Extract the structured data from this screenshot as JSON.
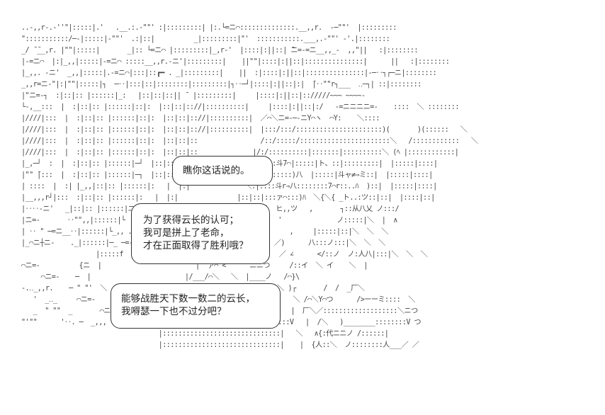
{
  "art": {
    "lines": [
      "..-,,r-.-''\"|:::::|.'   .__.:.-\"\"' :|:::::::::| |:.└=ニ⌒::::::::::::::.__,,r.  -─\"\"'  |:::::::::",
      "\":::::::::::/─-|:::::|-\"\"'  .:|::|          _|:::::::::|\"'  :::::::::::.___,.-\"\"' -'.|::::::::",
      "_/ ̄ ̄__,r. |\"\"|:::::|       _|:: └=ニ⌒ |:::::::::|_,r-'  |::::|:||::| ̄ニ=-=ニ__,,_-  ,,\"||   :|::::::::",
      "|-=ニ⌒  |:|_,,|:::::|-=ニ⌒ :::::__,,r.-ニ'|:::::::::|    ||\"\"|::::|:||::|:::::::::::::::|      ||   :|::::::::",
      "|_,,. -ニ'  _,,|:::::|.-=ニ⌒|:::|::┏━ . _|:::::::::|    ||  :|::::|:||::|:::::::::::::::|-─‥┐┌─ニ|::::::::",
      "_,,r=ニ-\"|:|\"\"|:::::|┐  ─‥|:::|::|::::::::|:::::::::|┐‥─┘|::::|:||::|:|  ̄|‥\"\"r┐___  ‥─┐| ::|::::::::",
      "|\"ニ=-┐  :|::|:: |::::::|_:   |::|::|::|| ̄  |:::::::::|     |::::|:||::|:://///~~~ ~~~~-",
      "└-,__:::  |  :|::|:: |::::::|::|:  |::|::|:://|::::::::::|     |::::|:||::|:/   -=ニニニニ=-    ::::  ＼ ::::::::",
      "|////|:::  |  :|::|:: |::::::|::|:  |::|::|:://|::::::::::|  ／⌒＼ニ=-─-ニY⌒ヽ  ⌒Y:    ＼::::",
      "|////|:::  |  :|::|:: |::::::|::|:  |::|::|:://|::::::::::|  |:::/:::/::::::::::::::::::::::)(       )(::::::   ＼",
      "|////|:::  |  :|::|:: |::::::|::|:  |::|::|::                /::/:::::/:::::::::::::::::::::::＼   /::::::::::::   ＼",
      "|////|:::  |  :|::|:: |::::::|::|:  |::|::|::              |/:/::::::::::|:::::::|::::::::::＼ (ﾍ |::::::::::::|",
      "|_,─┘  :  |  :|::|:: |::::::|─┘  |::|::|::              |::/:::::斗7⌒|:::::|ト、::|:::::::::|  |:::::|::::|",
      "|\"\" ̄|:::  |  :|::|:: |::::::|─┐  |::|::|::              |:::::|::::::)八  |:::::|斗ャ≠⇒ミ::|  |:::::|::::|",
      "| ::::  |  :| |_,,|::|:: |::::::|:   |  |:|              ＼:|::::斗r⇒八::::::::7⌒r::..ﾊ  )::|  |:::::|::::|",
      "|__,,,r┘|:::  :|::|:: |::::::|:   |  |:|               |::|::|:::ァ⌒:::)ﾊ  ＼{＼{ _ト..:ツ::|::|  |::::|::|",
      "|‥‥-ニ'   _|::|:: |::::::|ニ:|                     |::|::|::{(  ヒ,,ツ   ,       ┐::从八乂 ノ:::/",
      "|ニ=-       ‥\"\",,|::::::|└  |                     |::|::|:::::∧  '              ノ:::::|＼  |  ∧",
      "| ‥ \" ─=ニ__‥|::::::|└_,, .、                  乂:|八::::∧          ,     |:::::|::|＼  ＼  ＼",
      "|_⌒ニ┼ニ-    ._|::::::|─_ ─=-‥                 \\|ﾊ(:  ＼:::込    ／)      八:::ノ:::|＼  ＼  ＼",
      "                   |:::::f                       ⌒  ))＼:::::     ／ ∠      </::ノ  ノ:人八|:::|＼  ＼  ＼",
      "⌒ニ=-          {ニ  |                        |  ァ⌒ <'     ニニつ     /::イ  ＼ イ    ＼  |",
      "     ⌒ニ=-    ─  |                        |/___/⌒＼   ＼  |____ノ   /⌒}\\",
      "-.‥_,,r.    ─ \" \"'  ＼                        乂::::    ＼    }   ＼ )┌       /  /  _厂＼",
      "   '  _‥_     ⌒ニ=-               {ニニ   |::::::::::::::::::::::::   ＼ /⌒＼Y⌒つ      />ーーミ::::  ＼",
      "   _  \" \"\"  _       ⌒ニ=-         |::::::::::::::::::::::::::::::V   |  厂＼／:::::::::::::::::::＼ニつ",
      "\"'\"\"      '‥. ─  _,,,  ─ \" \"'  ⌒ニ=-|:::::::::::::::::::::::::::::::V   |  /＼   )________::::::::V つ",
      "                                   |::::::::::::::::::::::::::::::|   ＼   ∧{:代ニニノ /::::::|",
      "                                   |::::::::::::::::::::::::::::::|    |  {人::＼  ノ::::::::人___／ ／"
    ]
  },
  "bubbles": [
    {
      "lines": [
        "瞧你这话说的。"
      ]
    },
    {
      "lines": [
        "为了获得云长的认可；",
        "我可是拼上了老命，",
        "才在正面取得了胜利哦？"
      ]
    },
    {
      "lines": [
        "能够战胜天下数一数二的云长，",
        "我嘚瑟一下也不过分吧？"
      ]
    }
  ]
}
